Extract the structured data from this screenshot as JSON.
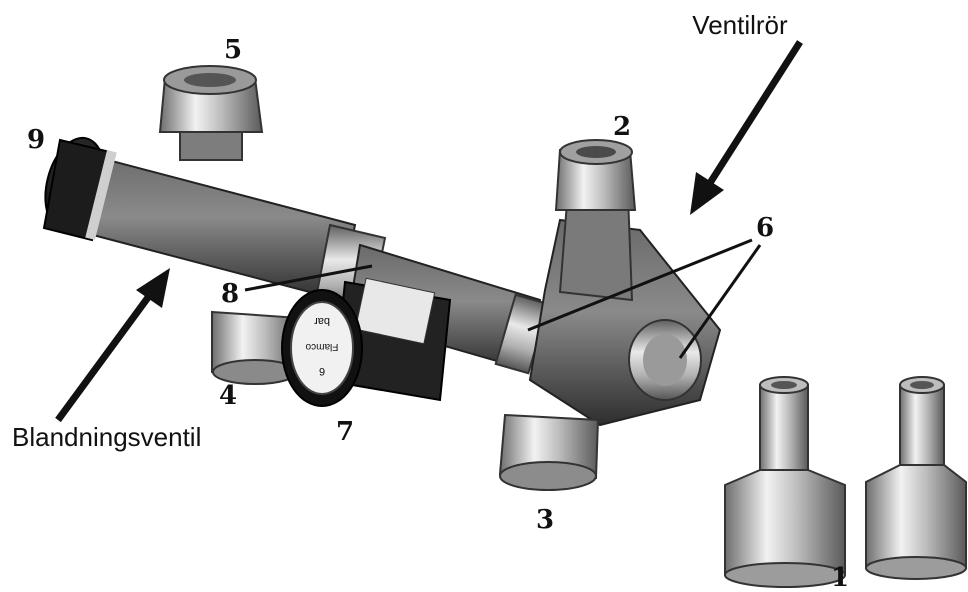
{
  "labels": {
    "n1": "1",
    "n2": "2",
    "n3": "3",
    "n4": "4",
    "n5": "5",
    "n6": "6",
    "n7": "7",
    "n8": "8",
    "n9": "9",
    "ventilror": "Ventilrör",
    "blandningsventil": "Blandningsventil"
  },
  "gauge": {
    "unit": "bar",
    "value": "6",
    "brand": "Flamco"
  },
  "colors": {
    "background": "#ffffff",
    "body_dark": "#4a4a4a",
    "metal_light": "#d8d8d8",
    "ink": "#111111"
  }
}
